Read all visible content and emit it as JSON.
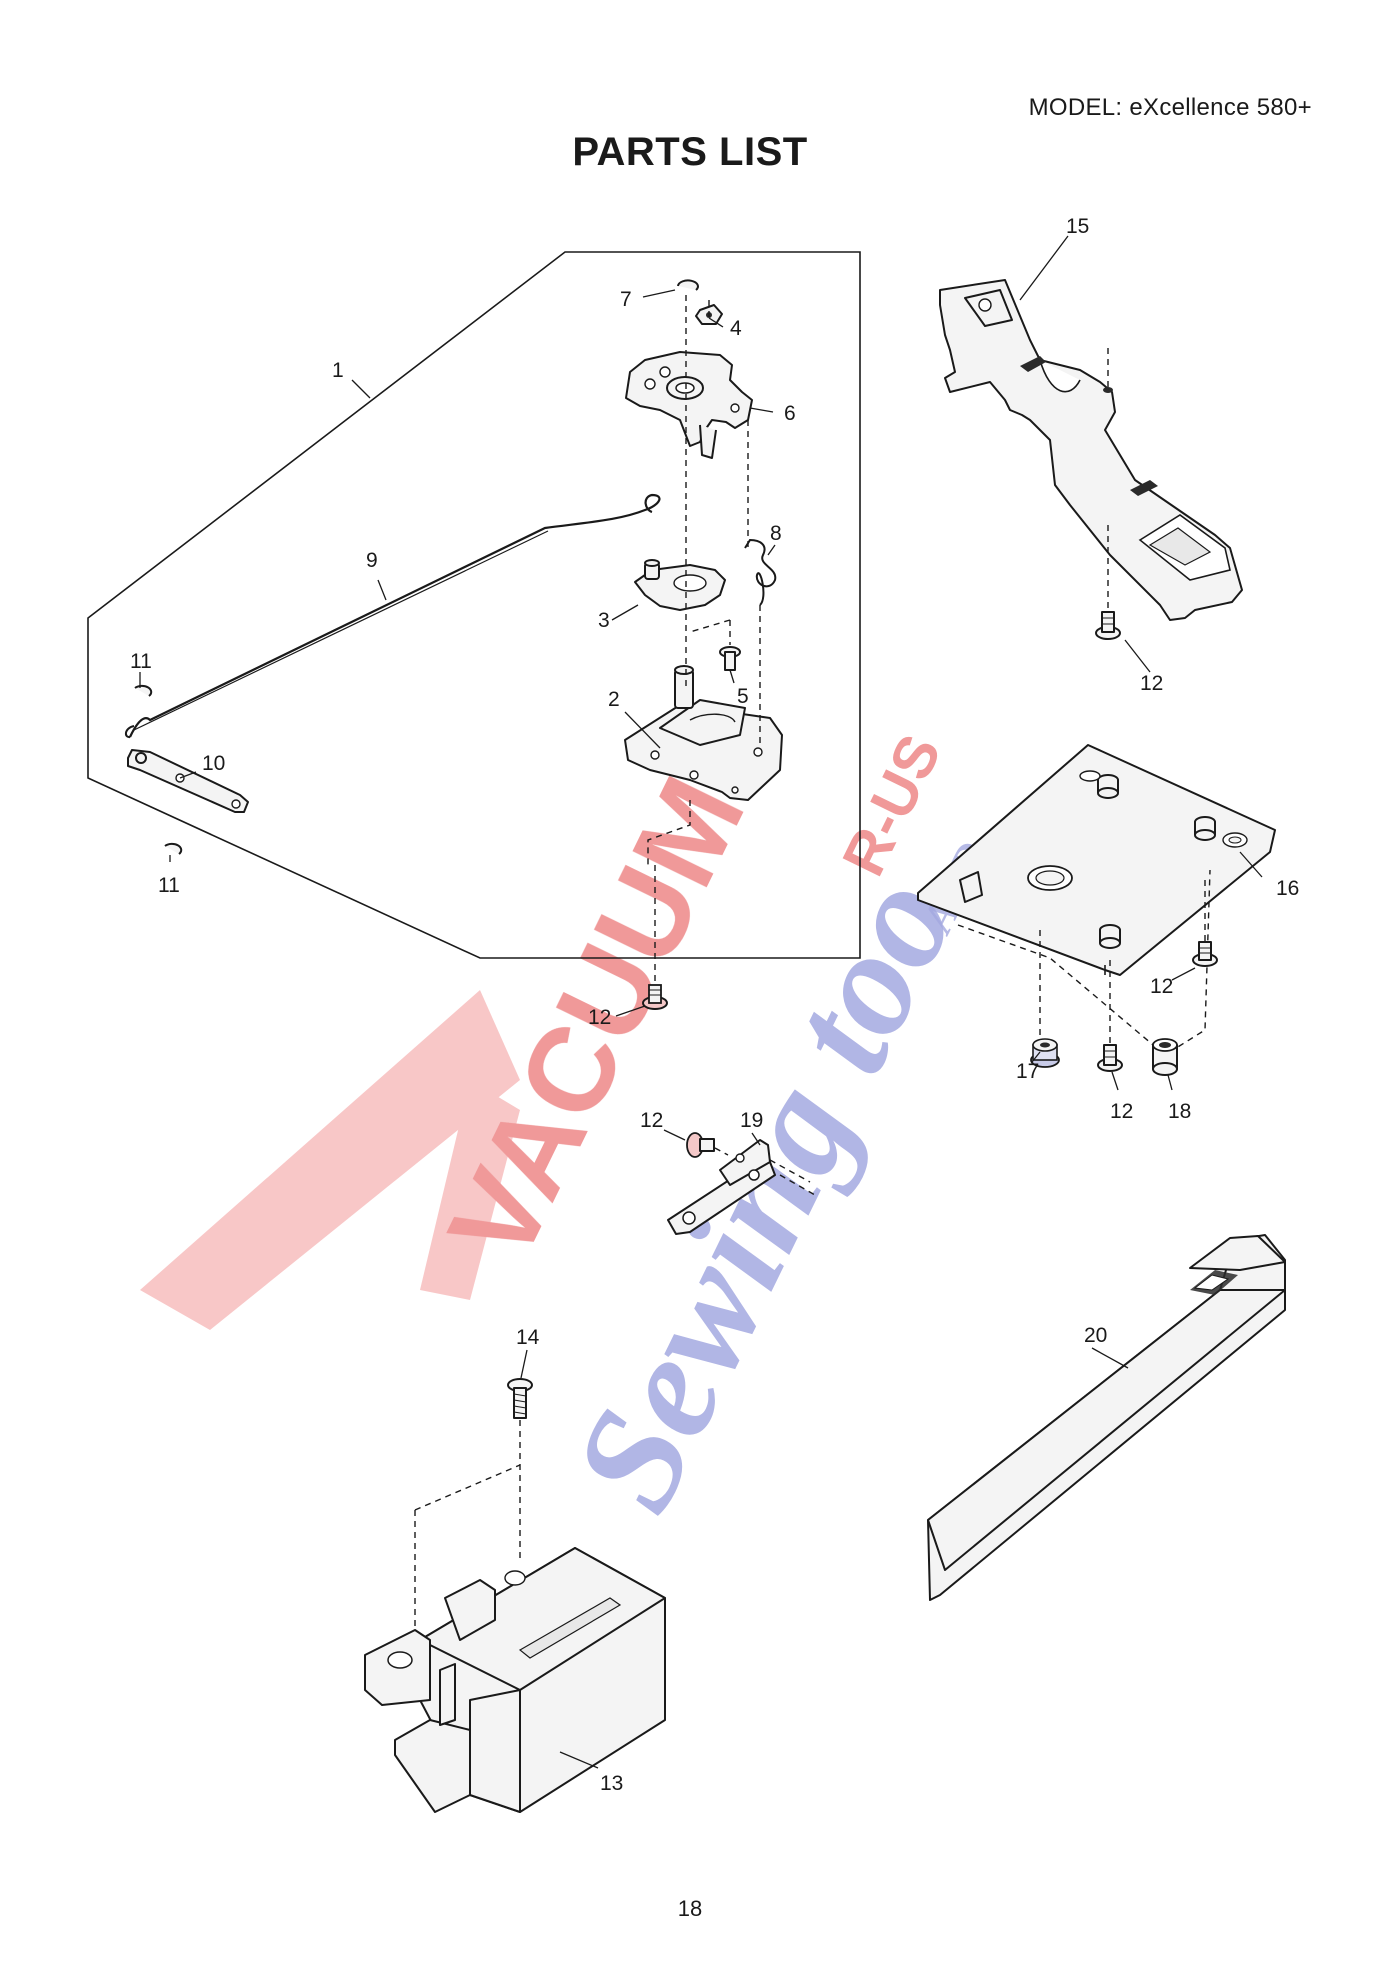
{
  "header": {
    "model": "MODEL: eXcellence 580+",
    "title": "PARTS LIST"
  },
  "footer": {
    "page_number": "18"
  },
  "watermark": {
    "line1": "VACUUMS",
    "line2": "R-US",
    "line3": "AND",
    "line4": "Sewing too",
    "red": "#e34545",
    "blue": "#5a63c7"
  },
  "callouts": {
    "c1": "1",
    "c2": "2",
    "c3": "3",
    "c4": "4",
    "c5": "5",
    "c6": "6",
    "c7": "7",
    "c8": "8",
    "c9": "9",
    "c10": "10",
    "c11a": "11",
    "c11b": "11",
    "c12a": "12",
    "c12b": "12",
    "c12c": "12",
    "c12d": "12",
    "c12e": "12",
    "c13": "13",
    "c14": "14",
    "c15": "15",
    "c16": "16",
    "c17": "17",
    "c18": "18",
    "c19": "19",
    "c20": "20"
  }
}
